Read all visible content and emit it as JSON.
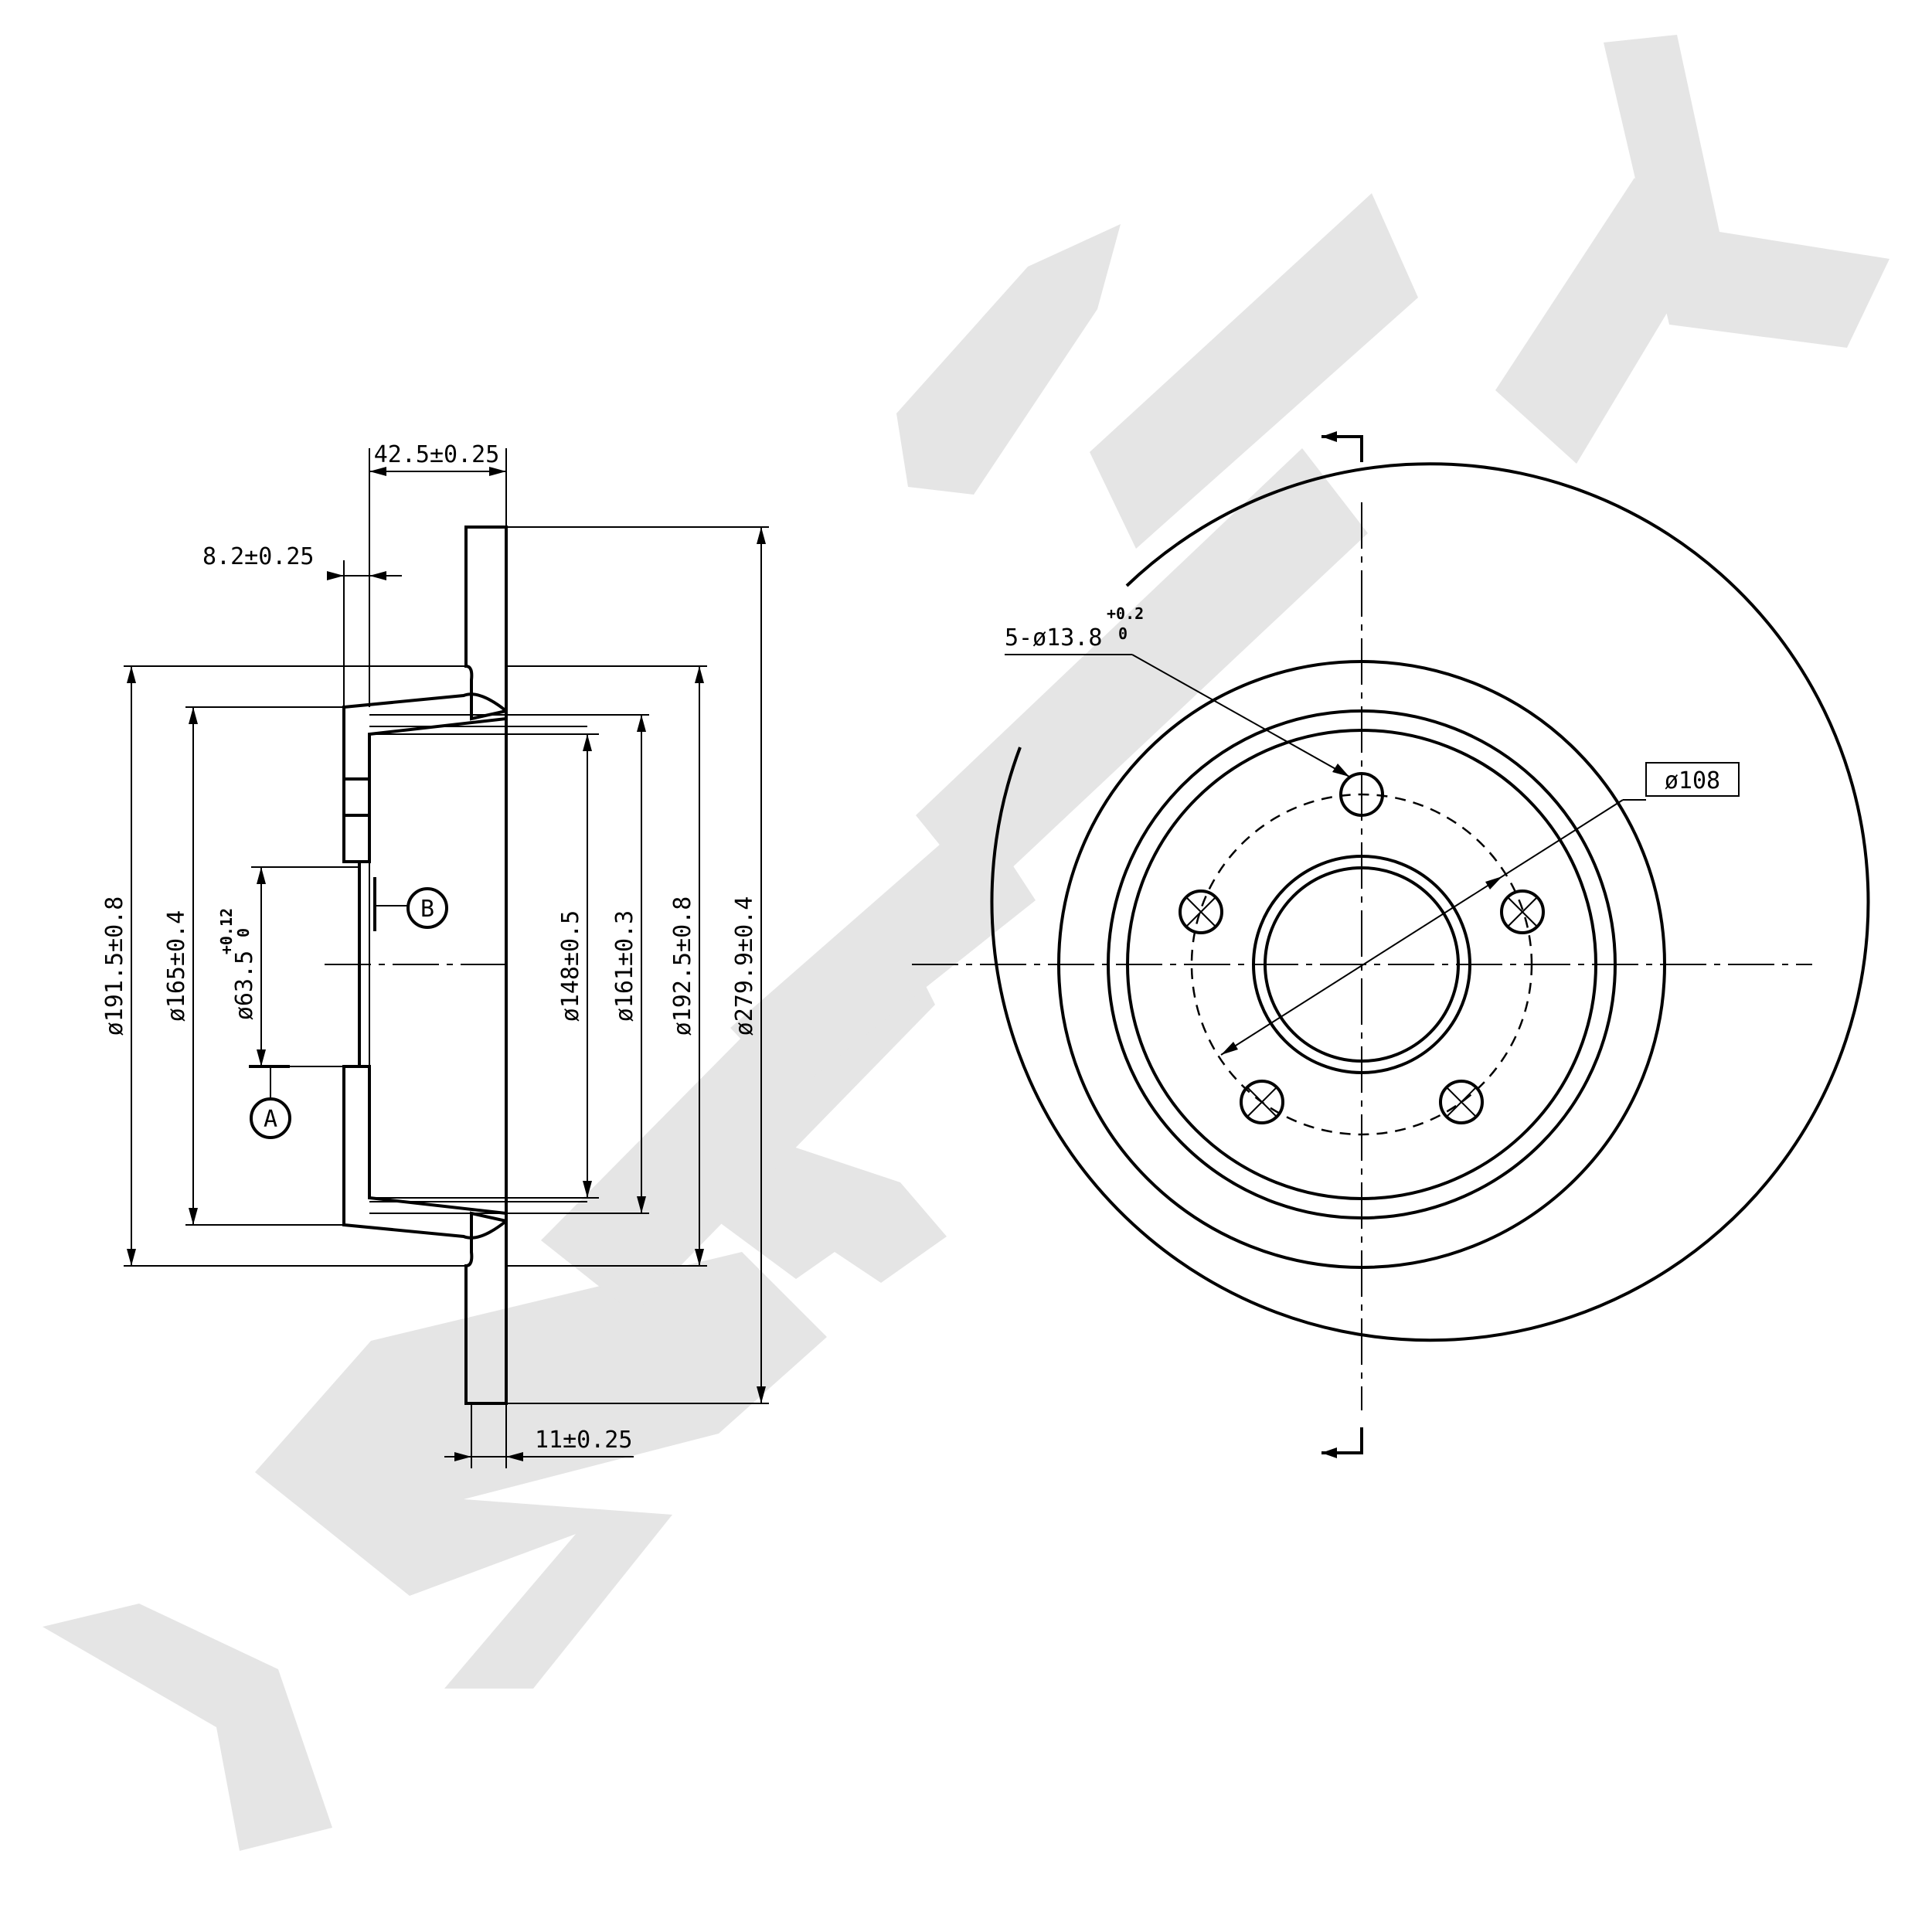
{
  "section_view": {
    "dimensions": {
      "hat_depth": "42.5±0.25",
      "hub_thickness": "8.2±0.25",
      "disc_thickness": "11±0.25",
      "dia_191_5": "ø191.5±0.8",
      "dia_165": "ø165±0.4",
      "dia_63_5_base": "ø63.5",
      "dia_63_5_tol_upper": "+0.12",
      "dia_63_5_tol_lower": "0",
      "dia_148": "ø148±0.5",
      "dia_161": "ø161±0.3",
      "dia_192_5": "ø192.5±0.8",
      "dia_279_9": "ø279.9±0.4"
    },
    "datums": {
      "a": "A",
      "b": "B"
    }
  },
  "front_view": {
    "bolt_holes_base": "5-ø13.8",
    "bolt_holes_tol_upper": "+0.2",
    "bolt_holes_tol_lower": "0",
    "pcd": "ø108"
  },
  "watermark": {
    "text": "ZENTEK",
    "color": "#e5e5e5"
  }
}
